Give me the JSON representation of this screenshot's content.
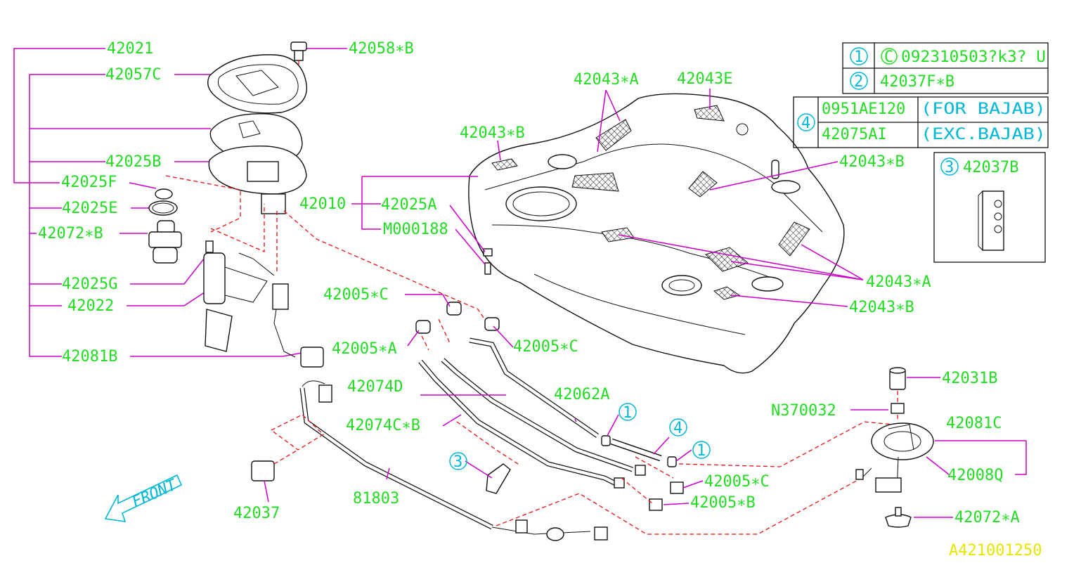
{
  "diagram_id": "A421001250",
  "front_label": "FRONT",
  "callouts": {
    "p42021": "42021",
    "p42057C": "42057C",
    "p42058B": "42058∗B",
    "p42025B": "42025B",
    "p42025F": "42025F",
    "p42025E": "42025E",
    "p42072B": "42072∗B",
    "p42025G": "42025G",
    "p42022": "42022",
    "p42081B": "42081B",
    "p42010": "42010",
    "p42025A": "42025A",
    "pM000188": "M000188",
    "p42043A_top": "42043∗A",
    "p42043E": "42043E",
    "p42043B_left": "42043∗B",
    "p42043B_right": "42043∗B",
    "p42043A_right": "42043∗A",
    "p42043B_bottom": "42043∗B",
    "p42005C_left": "42005∗C",
    "p42005A": "42005∗A",
    "p42005C_mid": "42005∗C",
    "p42074D": "42074D",
    "p42062A": "42062A",
    "p42074CB": "42074C∗B",
    "p81803": "81803",
    "p42037": "42037",
    "p42005C_bottom": "42005∗C",
    "p42005B": "42005∗B",
    "p42031B": "42031B",
    "pN370032": "N370032",
    "p42081C": "42081C",
    "p42008Q": "42008Q",
    "p42072A": "42072∗A"
  },
  "legend": {
    "row1_num": "1",
    "row1_sym": "C",
    "row1_part": "092310503?k3? U",
    "row2_num": "2",
    "row2_part": "42037F∗B",
    "row4_num": "4",
    "row4_part_a": "0951AE120",
    "row4_note_a": "(FOR BAJAB)",
    "row4_part_b": "42075AI",
    "row4_note_b": "(EXC.BAJAB)",
    "row3_num": "3",
    "row3_part": "42037B"
  },
  "markers": {
    "m1a": "1",
    "m4": "4",
    "m1b": "1",
    "m3": "3"
  },
  "colors": {
    "label": "#22dd22",
    "leader": "#cc00cc",
    "dashed": "#ee1111",
    "marker": "#00b8d8",
    "diagram_id": "#e6e600"
  }
}
